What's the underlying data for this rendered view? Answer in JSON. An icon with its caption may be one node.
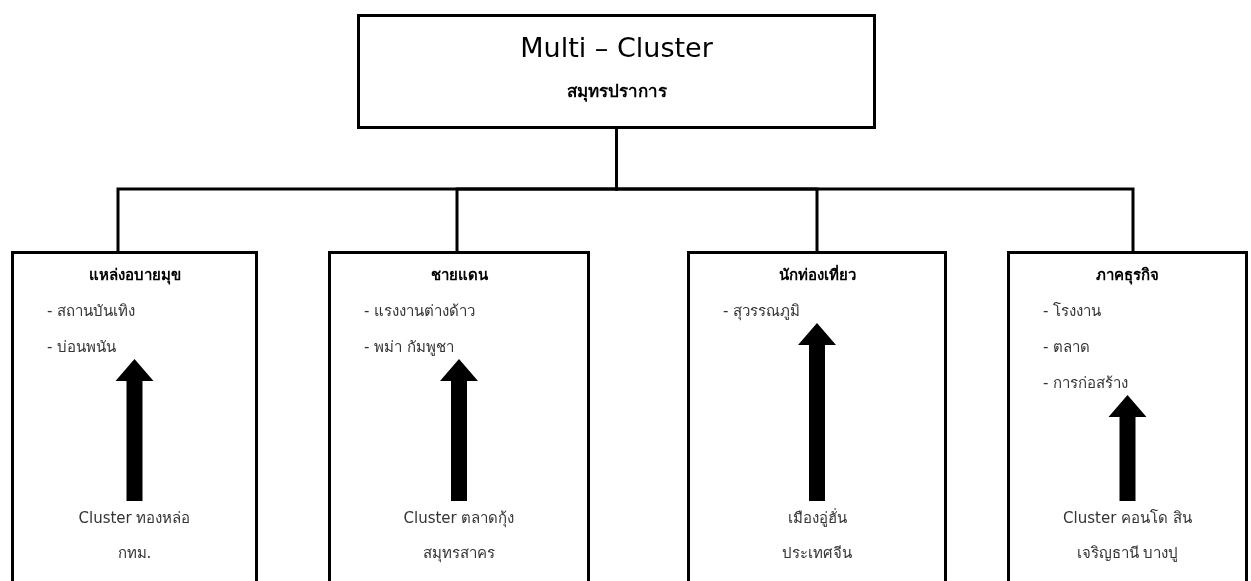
{
  "diagram": {
    "nodes": [
      {
        "text": [
          "Multi – Cluster",
          "สมุทรปราการ"
        ]
      },
      {
        "text": [],
        "shape": "box"
      },
      {
        "text": [
          "แหล่งอบายมุข",
          "- สถานบันเทิง",
          "- บ่อนพนัน"
        ],
        "in": 1
      },
      {
        "text": [
          "Cluster ทองหล่อ กทม."
        ],
        "in": 1
      },
      {
        "text": [],
        "shape": "box"
      },
      {
        "text": [
          "ชายแดน",
          "- แรงงานต่างด้าว",
          "- พม่า กัมพูชา"
        ],
        "in": 4
      },
      {
        "text": [
          "Cluster ตลาดกุ้ง สมุทรสาคร"
        ],
        "in": 4
      },
      {
        "text": [],
        "shape": "box"
      },
      {
        "text": [
          "นักท่องเที่ยว",
          "- สุวรรณภูมิ"
        ],
        "in": 7
      },
      {
        "text": [
          "เมืองอู่ฮั่น ประเทศจีน"
        ],
        "in": 7
      },
      {
        "text": [],
        "shape": "box"
      },
      {
        "text": [
          "ภาคธุรกิจ",
          "- โรงงาน",
          "- ตลาด",
          "- การก่อสร้าง"
        ],
        "in": 10
      },
      {
        "text": [
          "Cluster คอนโด สินเจริญธานี บางปู"
        ],
        "in": 10
      }
    ],
    "edges": [
      {
        "from": 0,
        "to": 1,
        "arrow": "none"
      },
      {
        "from": 0,
        "to": 4,
        "arrow": "none"
      },
      {
        "from": 0,
        "to": 7,
        "arrow": "none"
      },
      {
        "from": 0,
        "to": 10,
        "arrow": "none"
      },
      {
        "from": 3,
        "to": 2,
        "arrow": "to",
        "style": "thick"
      },
      {
        "from": 6,
        "to": 5,
        "arrow": "to",
        "style": "thick"
      },
      {
        "from": 9,
        "to": 8,
        "arrow": "to",
        "style": "thick"
      },
      {
        "from": 12,
        "to": 11,
        "arrow": "to",
        "style": "thick"
      }
    ]
  }
}
